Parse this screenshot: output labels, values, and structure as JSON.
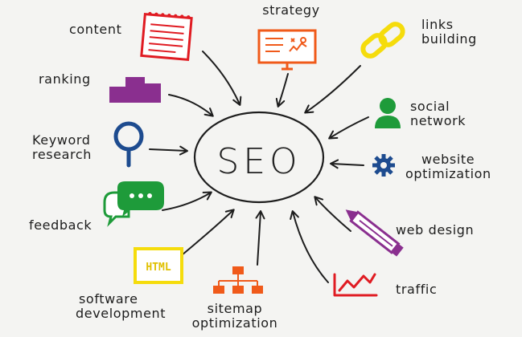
{
  "center": "SEO",
  "colors": {
    "red": "#e01b22",
    "orange": "#f05a1a",
    "yellow": "#f5dc0c",
    "purple": "#8a2f8f",
    "blue": "#1d4b8f",
    "green": "#1e9b3a",
    "ink": "#1d1d1d"
  },
  "nodes": {
    "content": [
      "content"
    ],
    "strategy": [
      "strategy"
    ],
    "links_building": [
      "links",
      "building"
    ],
    "ranking": [
      "ranking"
    ],
    "social_network": [
      "social",
      "network"
    ],
    "keyword_research": [
      "Keyword",
      "research"
    ],
    "website_optimization": [
      "website",
      "optimization"
    ],
    "feedback": [
      "feedback"
    ],
    "web_design": [
      "web design"
    ],
    "software_development": [
      "software",
      "development"
    ],
    "sitemap_optimization": [
      "sitemap",
      "optimization"
    ],
    "traffic": [
      "traffic"
    ]
  },
  "icon_text": {
    "html": "HTML"
  }
}
